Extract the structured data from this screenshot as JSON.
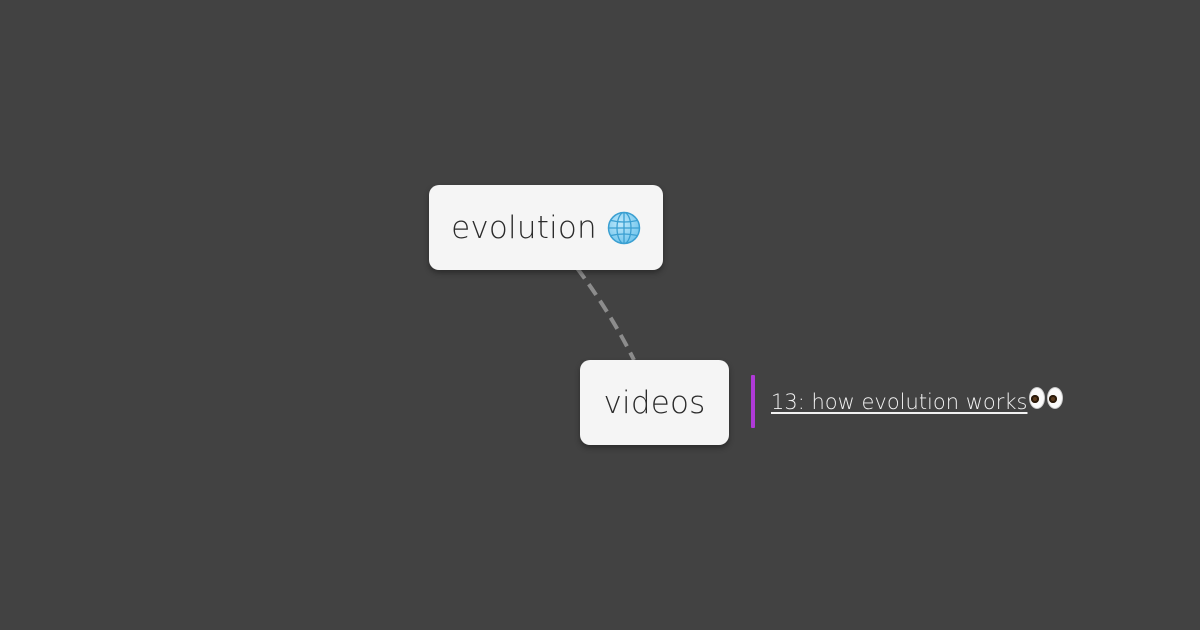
{
  "map": {
    "root": {
      "label": "evolution",
      "icon": "globe-icon"
    },
    "child": {
      "label": "videos"
    },
    "link": {
      "text": "13: how evolution works ",
      "icon": "eyes-icon"
    },
    "edge_style": "dashed"
  },
  "colors": {
    "background": "#424242",
    "node_fill": "#f5f5f5",
    "node_text": "#2b2b2b",
    "edge": "#8c8c8c",
    "link_accent": "#b03ad8",
    "link_text": "#f2f2f2"
  }
}
